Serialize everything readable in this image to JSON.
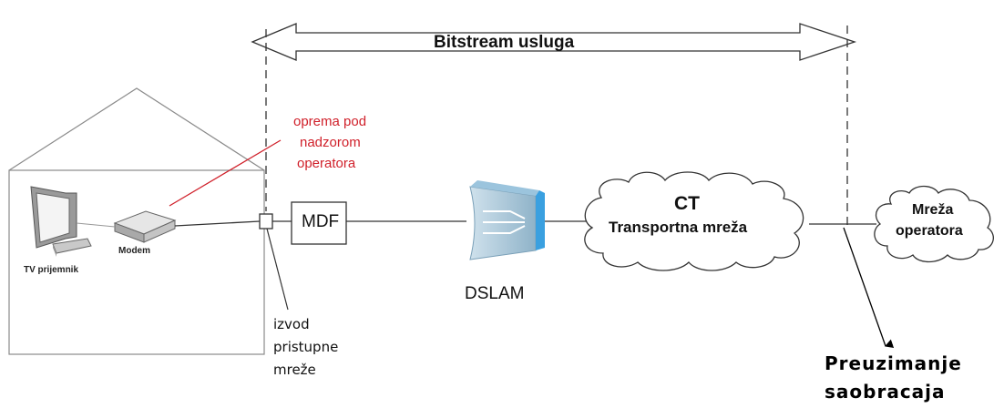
{
  "labels": {
    "bitstream": "Bitstream usluga",
    "oprema": [
      "oprema pod",
      "nadzorom",
      "operatora"
    ],
    "modem": "Modem",
    "tv": "TV prijemnik",
    "mdf": "MDF",
    "dslam": "DSLAM",
    "ct_title": "CT",
    "ct_sub": "Transportna mreža",
    "mreza": [
      "Mreža",
      "operatora"
    ],
    "izvod": [
      "izvod",
      "pristupne",
      "mreže"
    ],
    "preuzimanje": [
      "Preuzimanje",
      "saobracaja"
    ]
  },
  "colors": {
    "line": "#3a3a3a",
    "red_text": "#d0202a",
    "dslam_blue": "#3aa0e0",
    "dslam_body": "#a8c6d8"
  },
  "icons": [
    "tv-icon",
    "modem-icon",
    "dslam-icon",
    "cloud-icon"
  ]
}
